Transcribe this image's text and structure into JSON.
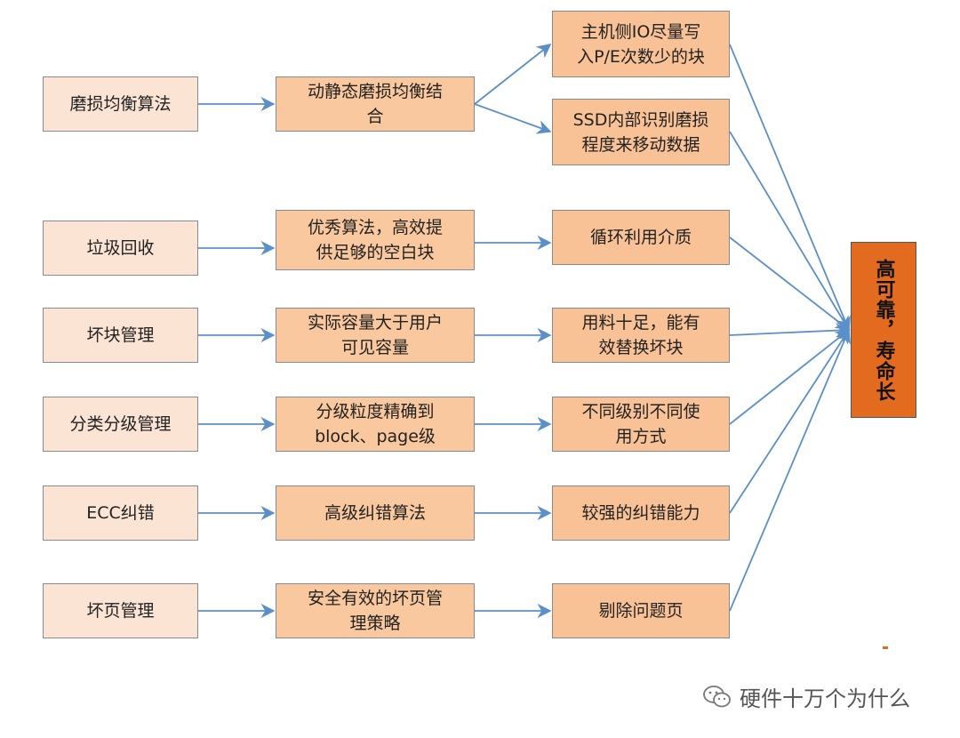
{
  "diagram": {
    "col1": [
      "磨损均衡算法",
      "垃圾回收",
      "坏块管理",
      "分类分级管理",
      "ECC纠错",
      "坏页管理"
    ],
    "col2": [
      "动静态磨损均衡结\n合",
      "优秀算法，高效提\n供足够的空白块",
      "实际容量大于用户\n可见容量",
      "分级粒度精确到\nblock、page级",
      "高级纠错算法",
      "安全有效的坏页管\n理策略"
    ],
    "col3": [
      "主机侧IO尽量写\n入P/E次数少的块",
      "SSD内部识别磨损\n程度来移动数据",
      "循环利用介质",
      "用料十足，能有\n效替换坏块",
      "不同级别不同使\n用方式",
      "较强的纠错能力",
      "剔除问题页"
    ],
    "goal": "高可靠，寿命长"
  },
  "watermark": {
    "text": "硬件十万个为什么",
    "icon": "wechat-icon"
  },
  "colors": {
    "col1_fill": "#fbe4d3",
    "col2_fill": "#f9c89e",
    "col3_fill": "#f8c296",
    "goal_fill": "#e26b1f",
    "arrow": "#5b8fc9"
  }
}
